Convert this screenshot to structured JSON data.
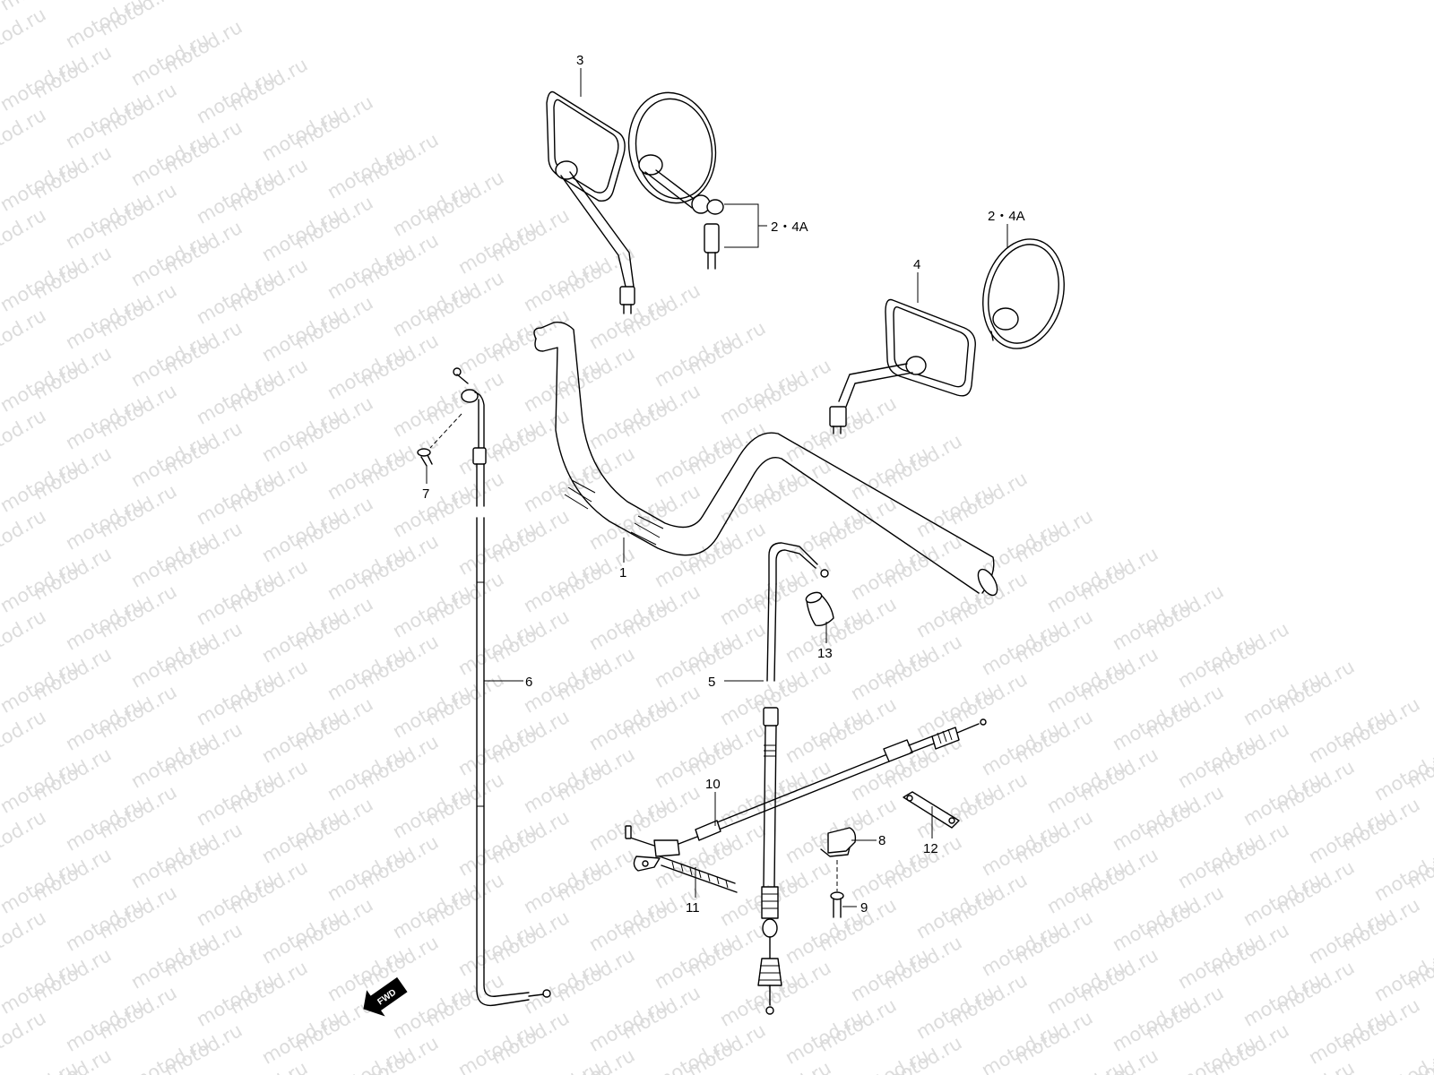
{
  "watermark": {
    "text": "motod.ru"
  },
  "callouts": {
    "c1": "1",
    "c2a": "2・4A",
    "c2b": "2・4A",
    "c3": "3",
    "c4": "4",
    "c5": "5",
    "c6": "6",
    "c7": "7",
    "c8": "8",
    "c9": "9",
    "c10": "10",
    "c11": "11",
    "c12": "12",
    "c13": "13"
  },
  "fwd_marker": "FWD"
}
